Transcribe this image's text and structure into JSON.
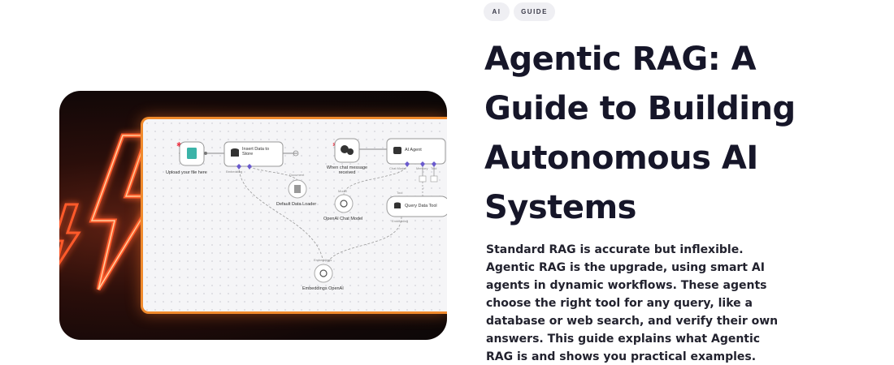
{
  "tags": [
    "AI",
    "GUIDE"
  ],
  "article": {
    "title": "Agentic RAG: A Guide to Building Autonomous AI Systems",
    "description": "Standard RAG is accurate but inflexible. Agentic RAG is the upgrade, using smart AI agents in dynamic workflows. These agents choose the right tool for any query, like a database or web search, and verify their own answers. This guide explains what Agentic RAG is and shows you practical examples."
  },
  "workflow": {
    "nodes": {
      "upload": "Upload your file here",
      "insert": "Insert Data to Store",
      "loader": "Default Data Loader",
      "chat_trigger": "When chat message received",
      "agent": "AI Agent",
      "chat_model": "OpenAI Chat Model",
      "query_tool": "Query Data Tool",
      "embeddings": "Embeddings OpenAI"
    },
    "connectors": {
      "insert_embedding": "Embedding",
      "insert_loader": "Document",
      "agent_model": "Chat Model",
      "agent_memory": "Memory",
      "agent_tool": "Tool",
      "model": "Model",
      "tool": "Tool",
      "query_embedding": "Embedding",
      "embeddings_in": "Embeddings"
    }
  },
  "colors": {
    "accent_orange": "#f08a2c",
    "title": "#161629",
    "tag_bg": "#efeff3"
  }
}
